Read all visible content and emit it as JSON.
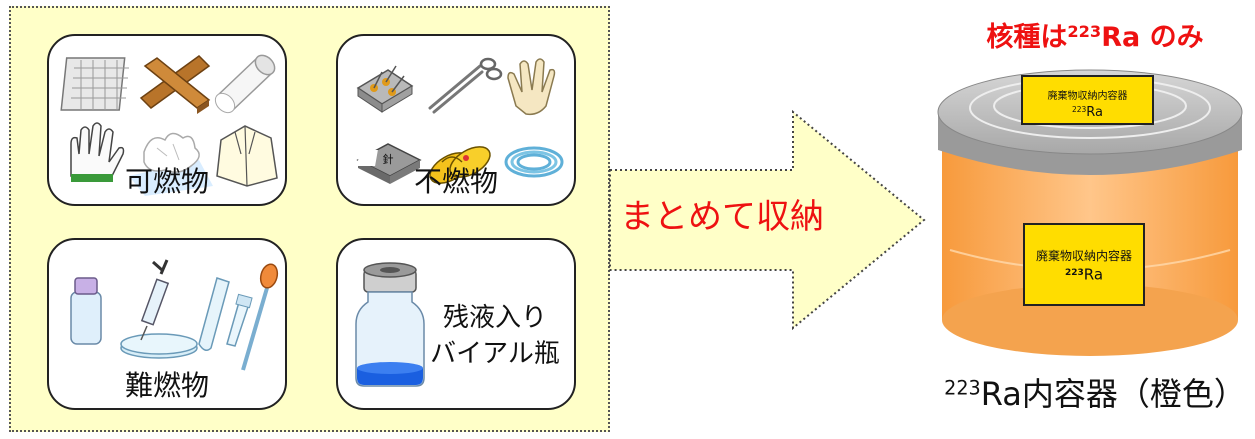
{
  "categories": {
    "combustible": {
      "label": "可燃物"
    },
    "noncombustible": {
      "label": "不燃物"
    },
    "flame_retardant": {
      "label": "難燃物"
    },
    "vial": {
      "label_line1": "残液入り",
      "label_line2": "バイアル瓶"
    }
  },
  "icons": {
    "combustible": [
      "gauze-icon",
      "wood-icon",
      "paper-roll-icon",
      "glove-icon",
      "tissue-icon",
      "lab-coat-icon"
    ],
    "noncombustible": [
      "needle-case-icon",
      "scissors-icon",
      "latex-glove-icon",
      "needle-box-icon",
      "slippers-icon",
      "tube-icon"
    ],
    "flame_retardant": [
      "bottle-icon",
      "syringe-icon",
      "petri-dish-icon",
      "test-tube-icon",
      "pipette-tip-icon",
      "dropper-icon"
    ],
    "vial": [
      "vial-icon"
    ]
  },
  "arrow": {
    "label": "まとめて収納"
  },
  "nuclide_note": {
    "prefix": "核種は",
    "mass_number": "223",
    "element": "Ra",
    "suffix": " のみ"
  },
  "container": {
    "lid_tag": {
      "line1": "廃棄物収納内容器",
      "mass_number": "223",
      "element": "Ra"
    },
    "body_tag": {
      "line1": "廃棄物収納内容器",
      "mass_number": "223",
      "element": "Ra"
    },
    "body_color": "#ffb35c",
    "lid_color": "#c8c8c8",
    "tag_color": "#ffdd00"
  },
  "caption": {
    "mass_number": "223",
    "text": "Ra内容器（橙色）"
  }
}
